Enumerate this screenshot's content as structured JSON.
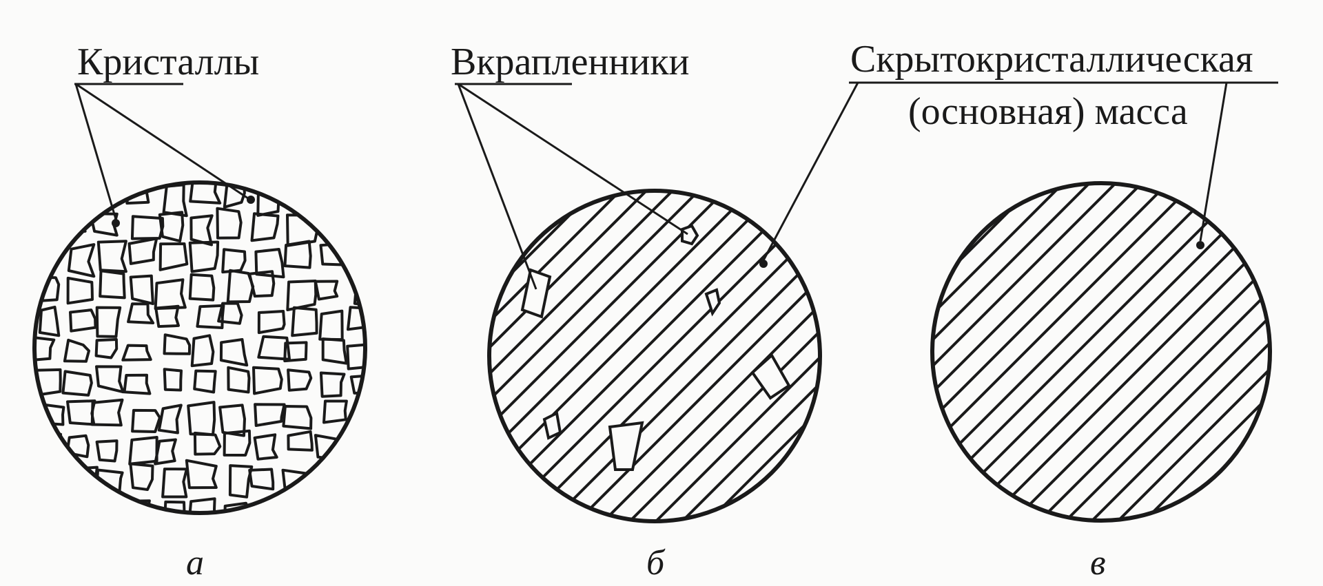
{
  "labels": {
    "crystals": "Кристаллы",
    "phenocrysts": "Вкрапленники",
    "groundmass_line1": "Скрытокристаллическая",
    "groundmass_line2": "(основная) масса"
  },
  "captions": [
    "а",
    "б",
    "в"
  ],
  "colors": {
    "ink": "#1a1a1a",
    "paper": "#fbfbfa"
  }
}
